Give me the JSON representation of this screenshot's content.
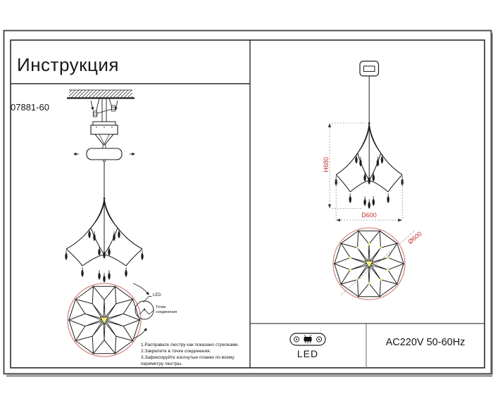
{
  "document": {
    "title": "Инструкция",
    "model": "07881-60"
  },
  "left_panel": {
    "callouts": {
      "led": "LED",
      "connection_point": [
        "Точка",
        "соединения"
      ]
    },
    "instructions": [
      "1.Расправьте люстру как показано стрелками.",
      "2.Закрепите в точке соединения.",
      "3.Зафиксируйте изогнутые планки по всему",
      "периметру люстры."
    ]
  },
  "right_panel": {
    "dimensions": {
      "height": "H680",
      "diameter": "D600",
      "top_view_diameter": "Ø600"
    },
    "footer": {
      "led_label": "LED",
      "power_spec": "AC220V 50-60Hz"
    }
  },
  "colors": {
    "ink": "#1c1c1c",
    "frame": "#2a2a2a",
    "dimension_red": "#c4302f",
    "circle_pink": "#d98a86",
    "accent_yellow": "#f2ee79",
    "gray_dim": "#999999"
  }
}
